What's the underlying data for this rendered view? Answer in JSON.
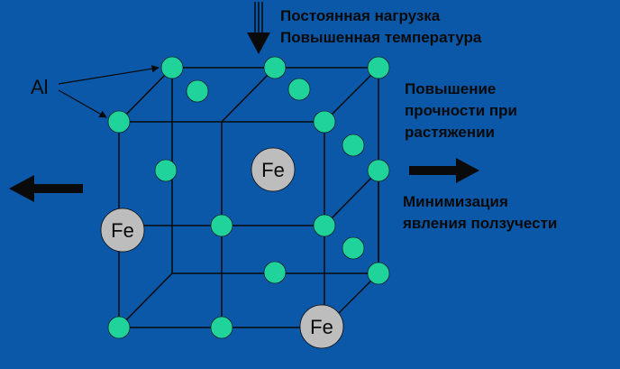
{
  "labels": {
    "al": "Al",
    "load_line1": "Постоянная нагрузка",
    "load_line2": "Повышенная температура",
    "strength_line1": "Повышение",
    "strength_line2": "прочности при",
    "strength_line3": "растяжении",
    "creep_line1": "Минимизация",
    "creep_line2": "явления ползучести",
    "fe": "Fe"
  },
  "colors": {
    "background": "#0B57A8",
    "al_atom": "#1FD39A",
    "fe_atom": "#BDBDBD",
    "lines": "#0A0A0A"
  }
}
